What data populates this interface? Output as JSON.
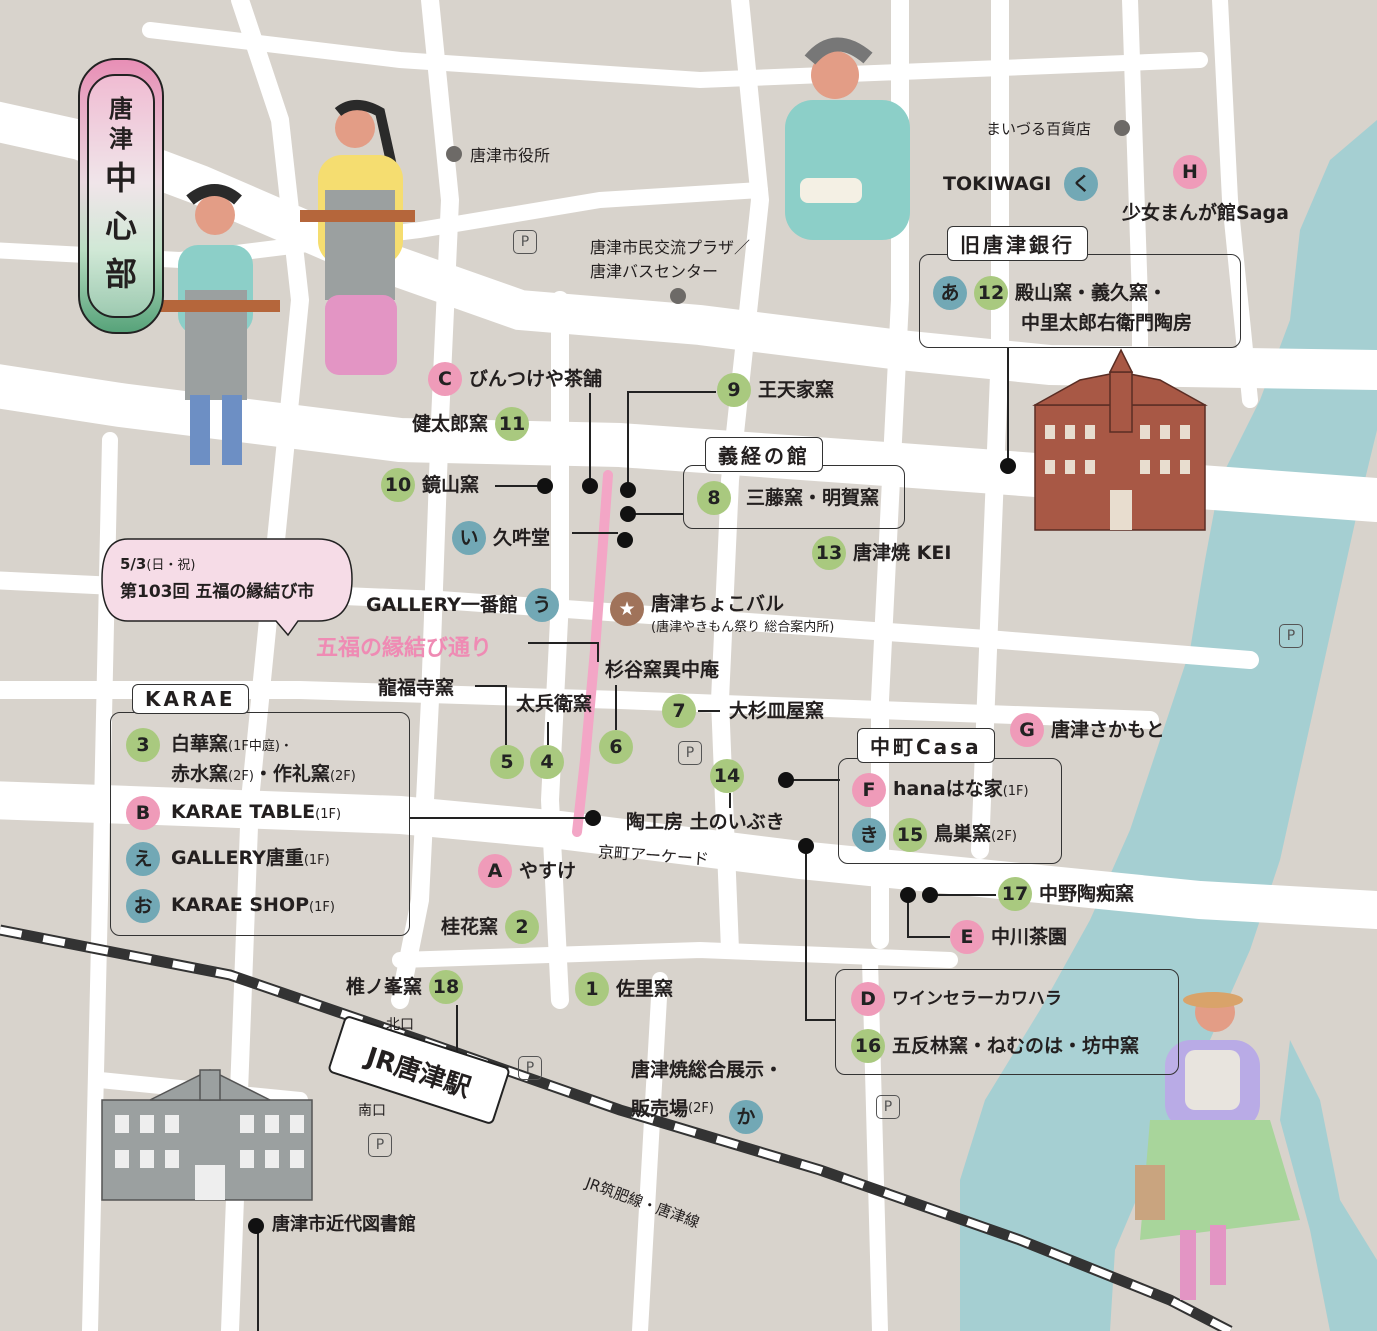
{
  "title": {
    "chars": [
      "唐",
      "津",
      "中",
      "心",
      "部"
    ]
  },
  "places": {
    "karatsu_city_hall": "唐津市役所",
    "maizuru": "まいづる百貨店",
    "plaza_1": "唐津市民交流プラザ／",
    "plaza_2": "唐津バスセンター",
    "library": "唐津市近代図書館",
    "arcade": "京町アーケード",
    "railway": "JR筑肥線・唐津線",
    "station": "JR唐津駅",
    "north_exit": "北口",
    "south_exit": "南口",
    "parking": "P"
  },
  "event_bubble": {
    "date": "5/3",
    "date_note": "(日・祝)",
    "name": "第103回 五福の縁結び市"
  },
  "street_name": "五福の縁結び通り",
  "choko_bar": {
    "badge": "★",
    "name": "唐津ちょこバル",
    "note": "(唐津やきもん祭り 総合案内所)"
  },
  "boxes": {
    "old_bank": {
      "title": "旧唐津銀行",
      "badge_a": "あ",
      "badge_b": "12",
      "line1": "殿山窯・義久窯・",
      "line2": "中里太郎右衛門陶房"
    },
    "yoshitsune": {
      "title": "義経の館",
      "badge": "8",
      "name": "三藤窯・明賀窯"
    },
    "karae": {
      "title": "KARAE",
      "row1_badge": "3",
      "row1_a": "白華窯",
      "row1_a_note": "(1F中庭)・",
      "row1_b": "赤水窯",
      "row1_b_note": "(2F)",
      "row1_c": "・作礼窯",
      "row1_c_note": "(2F)",
      "row2_badge": "B",
      "row2": "KARAE  TABLE",
      "row2_note": "(1F)",
      "row3_badge": "え",
      "row3": "GALLERY唐重",
      "row3_note": "(1F)",
      "row4_badge": "お",
      "row4": "KARAE SHOP",
      "row4_note": "(1F)"
    },
    "nakamachi": {
      "title": "中町Casa",
      "row1_badge": "F",
      "row1": "hanaはな家",
      "row1_note": "(1F)",
      "row2_badge_a": "き",
      "row2_badge_b": "15",
      "row2": "鳥巣窯",
      "row2_note": "(2F)"
    },
    "wine": {
      "row1_badge": "D",
      "row1": "ワインセラーカワハラ",
      "row2_badge": "16",
      "row2": "五反林窯・ねむのは・坊中窯"
    }
  },
  "spots": [
    {
      "badge": "く",
      "name": "TOKIWAGI"
    },
    {
      "badge": "H",
      "name": "少女まんが館Saga"
    },
    {
      "badge": "C",
      "name": "びんつけや茶舗"
    },
    {
      "badge": "11",
      "name": "健太郎窯"
    },
    {
      "badge": "9",
      "name": "王天家窯"
    },
    {
      "badge": "10",
      "name": "鏡山窯"
    },
    {
      "badge": "い",
      "name": "久吽堂"
    },
    {
      "badge": "13",
      "name": "唐津焼 KEI"
    },
    {
      "badge": "う",
      "name": "GALLERY一番館"
    },
    {
      "badge": "",
      "name": "杉谷窯異中庵"
    },
    {
      "badge": "",
      "name": "龍福寺窯"
    },
    {
      "badge": "",
      "name": "太兵衛窯"
    },
    {
      "badge": "5",
      "name": ""
    },
    {
      "badge": "4",
      "name": ""
    },
    {
      "badge": "6",
      "name": ""
    },
    {
      "badge": "7",
      "name": "大杉皿屋窯"
    },
    {
      "badge": "G",
      "name": "唐津さかもと"
    },
    {
      "badge": "14",
      "name": ""
    },
    {
      "badge": "",
      "name": "陶工房 土のいぶき"
    },
    {
      "badge": "A",
      "name": "やすけ"
    },
    {
      "badge": "2",
      "name": "桂花窯"
    },
    {
      "badge": "17",
      "name": "中野陶痴窯"
    },
    {
      "badge": "E",
      "name": "中川茶園"
    },
    {
      "badge": "1",
      "name": "佐里窯"
    },
    {
      "badge": "18",
      "name": "椎ノ峯窯"
    },
    {
      "badge": "か",
      "name": "唐津焼総合展示・"
    },
    {
      "badge": "",
      "name": "販売場"
    },
    {
      "badge": "",
      "name": "(2F)"
    }
  ],
  "colors": {
    "background": "#d8d3cc",
    "road": "#ffffff",
    "river": "#a5cfd2",
    "green_badge": "#a9c97f",
    "pink_badge": "#ef9bb9",
    "teal_badge": "#72a8b5",
    "pink_street": "#f3a6c6",
    "star_badge": "#a0735a"
  }
}
